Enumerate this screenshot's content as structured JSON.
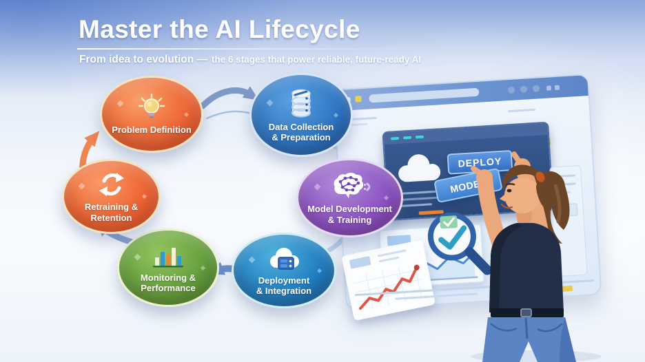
{
  "header": {
    "title": "Master the AI Lifecycle",
    "subtitle_lead": "From idea to evolution —",
    "subtitle_rest": "the 6 stages that power reliable, future-ready AI"
  },
  "stages": [
    {
      "id": "problem-definition",
      "lines": [
        "Problem Definition"
      ],
      "icon": "lightbulb-icon",
      "color": "#e2512e"
    },
    {
      "id": "data-collection",
      "lines": [
        "Data Collection",
        "& Preparation"
      ],
      "icon": "database-icon",
      "color": "#1d64b4"
    },
    {
      "id": "model-development",
      "lines": [
        "Model Development",
        "& Training"
      ],
      "icon": "brain-icon",
      "color": "#7e46ba"
    },
    {
      "id": "deployment",
      "lines": [
        "Deployment",
        "& Integration"
      ],
      "icon": "cloud-server-icon",
      "color": "#1f83c2"
    },
    {
      "id": "monitoring",
      "lines": [
        "Monitoring &",
        "Performance"
      ],
      "icon": "bar-chart-icon",
      "color": "#55923c"
    },
    {
      "id": "retraining",
      "lines": [
        "Retraining & Retention"
      ],
      "icon": "cycle-arrows-icon",
      "color": "#e4572f"
    }
  ],
  "screen_illustration": {
    "deploy_button": "DEPLOY",
    "model_card": "MODEL"
  }
}
